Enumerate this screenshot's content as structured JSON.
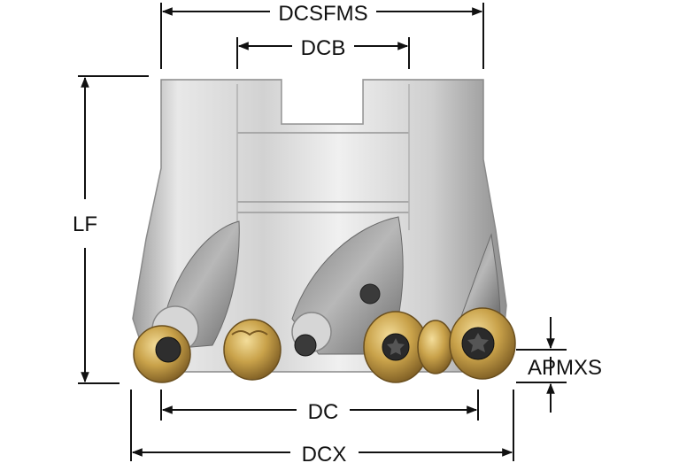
{
  "dimensions": {
    "dcsfms": "DCSFMS",
    "dcb": "DCB",
    "lf": "LF",
    "apmxs": "APMXS",
    "dc": "DC",
    "dcx": "DCX"
  },
  "colors": {
    "body_light": "#dcdcdc",
    "body_mid": "#b9b9b9",
    "body_dark": "#8a8a8a",
    "insert_gold": "#c9a24a",
    "insert_dark": "#5a4320",
    "line": "#111111"
  }
}
